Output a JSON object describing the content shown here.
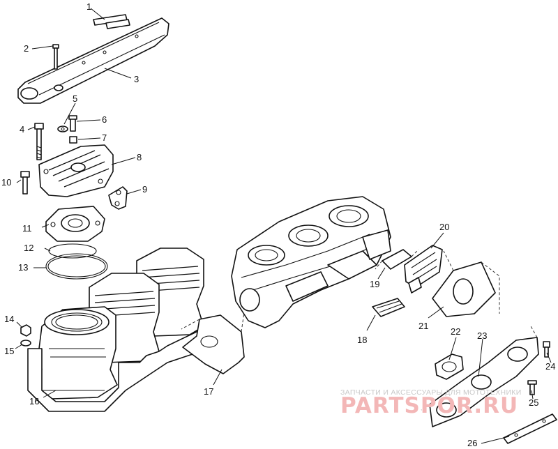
{
  "diagram": {
    "callouts": [
      "1",
      "2",
      "3",
      "4",
      "5",
      "6",
      "7",
      "8",
      "9",
      "10",
      "11",
      "12",
      "13",
      "14",
      "15",
      "16",
      "17",
      "18",
      "19",
      "20",
      "21",
      "22",
      "23",
      "24",
      "25",
      "26"
    ]
  },
  "watermark": {
    "caption": "ЗАПЧАСТИ И АКСЕССУАРЫ ДЛЯ МОТОТЕХНИКИ",
    "brand": "PARTSPOR.RU",
    "color": "#f3b7b7"
  }
}
